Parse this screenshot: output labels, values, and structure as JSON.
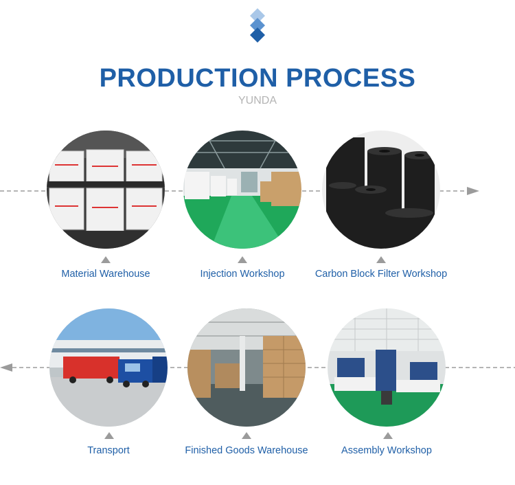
{
  "header": {
    "title": "PRODUCTION PROCESS",
    "subtitle": "YUNDA",
    "logo_icon": "stacked-diamonds-icon",
    "accent_color": "#1f5fa7"
  },
  "flow": {
    "line_color": "#9b9b9b",
    "row1_direction": "right",
    "row2_direction": "left"
  },
  "steps": [
    {
      "label": "Material Warehouse",
      "photo": "stacked white material sacks"
    },
    {
      "label": "Injection Workshop",
      "photo": "green-floor injection workshop"
    },
    {
      "label": "Carbon Block Filter Workshop",
      "photo": "black carbon block filters"
    },
    {
      "label": "Transport",
      "photo": "red and blue trucks at depot"
    },
    {
      "label": "Finished Goods Warehouse",
      "photo": "cartons in warehouse"
    },
    {
      "label": "Assembly Workshop",
      "photo": "assembly lines on green floor"
    }
  ]
}
